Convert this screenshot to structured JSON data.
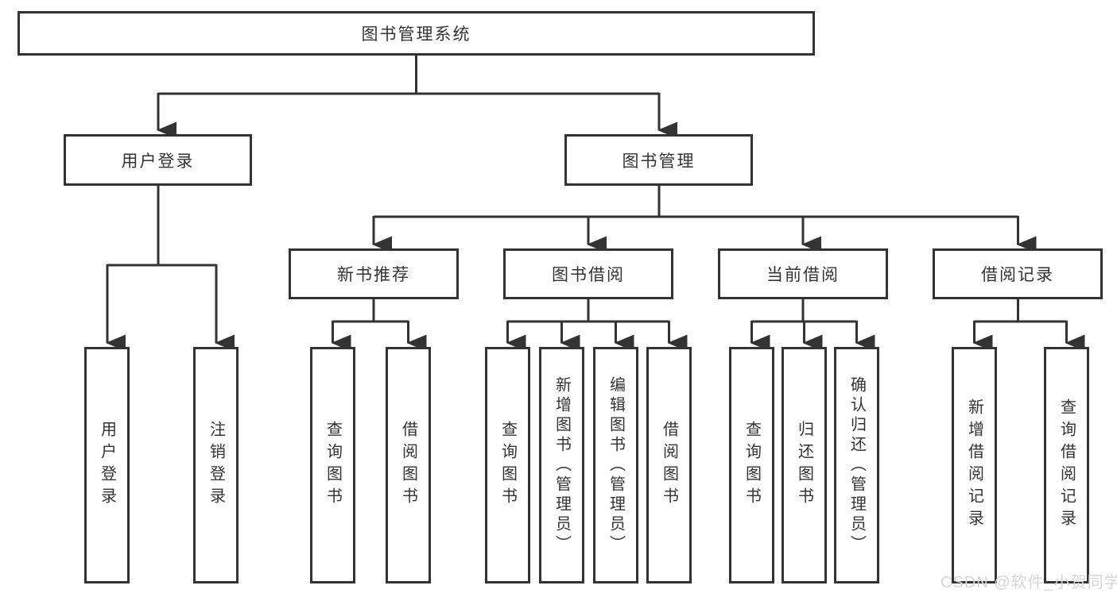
{
  "diagram": {
    "root": "图书管理系统",
    "branches": [
      {
        "label": "用户登录",
        "children": [
          "用户登录",
          "注销登录"
        ]
      },
      {
        "label": "图书管理",
        "sections": [
          {
            "label": "新书推荐",
            "children": [
              "查询图书",
              "借阅图书"
            ]
          },
          {
            "label": "图书借阅",
            "children": [
              "查询图书",
              "新增图书（管理员）",
              "编辑图书（管理员）",
              "借阅图书"
            ]
          },
          {
            "label": "当前借阅",
            "children": [
              "查询图书",
              "归还图书",
              "确认归还（管理员）"
            ]
          },
          {
            "label": "借阅记录",
            "children": [
              "新增借阅记录",
              "查询借阅记录"
            ]
          }
        ]
      }
    ]
  },
  "watermark": {
    "text": "CSDN @软件_小贺同学"
  },
  "colors": {
    "line": "#333333",
    "box_border": "#333333",
    "text": "#333333",
    "background": "#ffffff",
    "watermark": "#d6d6d6"
  }
}
